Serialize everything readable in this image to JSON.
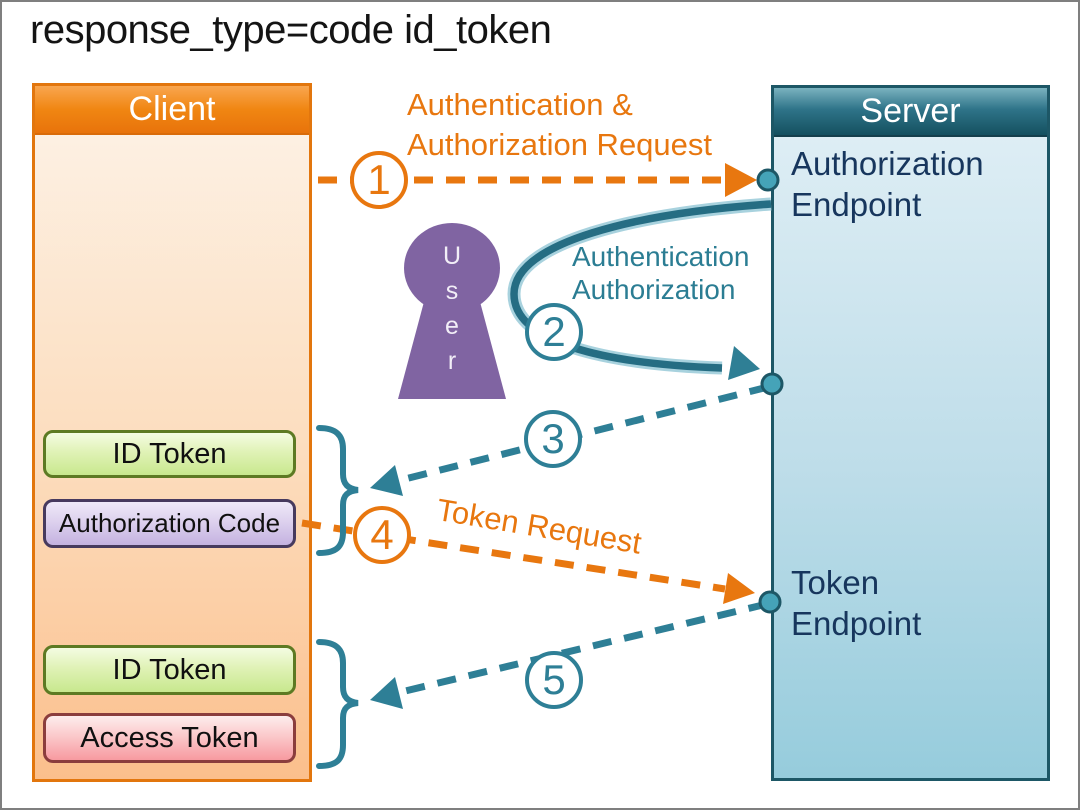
{
  "title": "response_type=code id_token",
  "client": {
    "label": "Client",
    "tokens": [
      {
        "label": "ID Token"
      },
      {
        "label": "Authorization Code"
      },
      {
        "label": "ID Token"
      },
      {
        "label": "Access Token"
      }
    ]
  },
  "server": {
    "label": "Server",
    "authorization_endpoint": [
      "Authorization",
      "Endpoint"
    ],
    "token_endpoint": [
      "Token",
      "Endpoint"
    ]
  },
  "user": {
    "letters": [
      "U",
      "s",
      "e",
      "r"
    ]
  },
  "steps": [
    {
      "number": "1",
      "label": [
        "Authentication &",
        "Authorization Request"
      ]
    },
    {
      "number": "2",
      "label": [
        "Authentication",
        "Authorization"
      ]
    },
    {
      "number": "3",
      "label": []
    },
    {
      "number": "4",
      "label": [
        "Token Request"
      ]
    },
    {
      "number": "5",
      "label": []
    }
  ],
  "colors": {
    "orange": "#e8770f",
    "teal": "#2e7f96",
    "teal_dark": "#1d5766",
    "navy_text": "#17365d",
    "purple_user": "#8064a2",
    "client_border": "#e2760d"
  }
}
